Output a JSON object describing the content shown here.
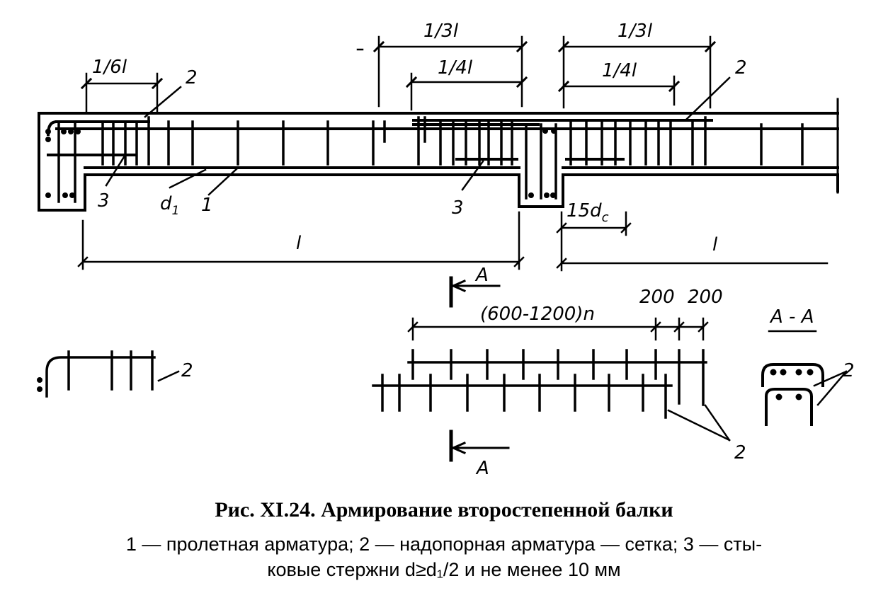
{
  "labels": {
    "sixth": "1/6l",
    "third_a": "1/3l",
    "third_b": "1/3l",
    "quarter_a": "1/4l",
    "quarter_b": "1/4l",
    "n2_top_left": "2",
    "n2_top_right": "2",
    "n3_left": "3",
    "n3_mid": "3",
    "d1": "d",
    "d1_sub": "1",
    "n1": "1",
    "l_left": "l",
    "l_right": "l",
    "fifteen": "15d",
    "fifteen_sub": "c",
    "sectA_top": "A",
    "sectA_bottom": "A",
    "range": "(600-1200)n",
    "d200a": "200",
    "d200b": "200",
    "n2_detail": "2",
    "n2_mesh": "2",
    "aa": "A - A",
    "n2_section": "2"
  },
  "caption": {
    "title": "Рис. XI.24. Армирование второстепенной балки",
    "line1": "1 — пролетная арматура; 2 — надопорная арматура — сетка; 3 — сты-",
    "line2": "ковые стержни d≥d₁/2 и не менее 10 мм"
  }
}
